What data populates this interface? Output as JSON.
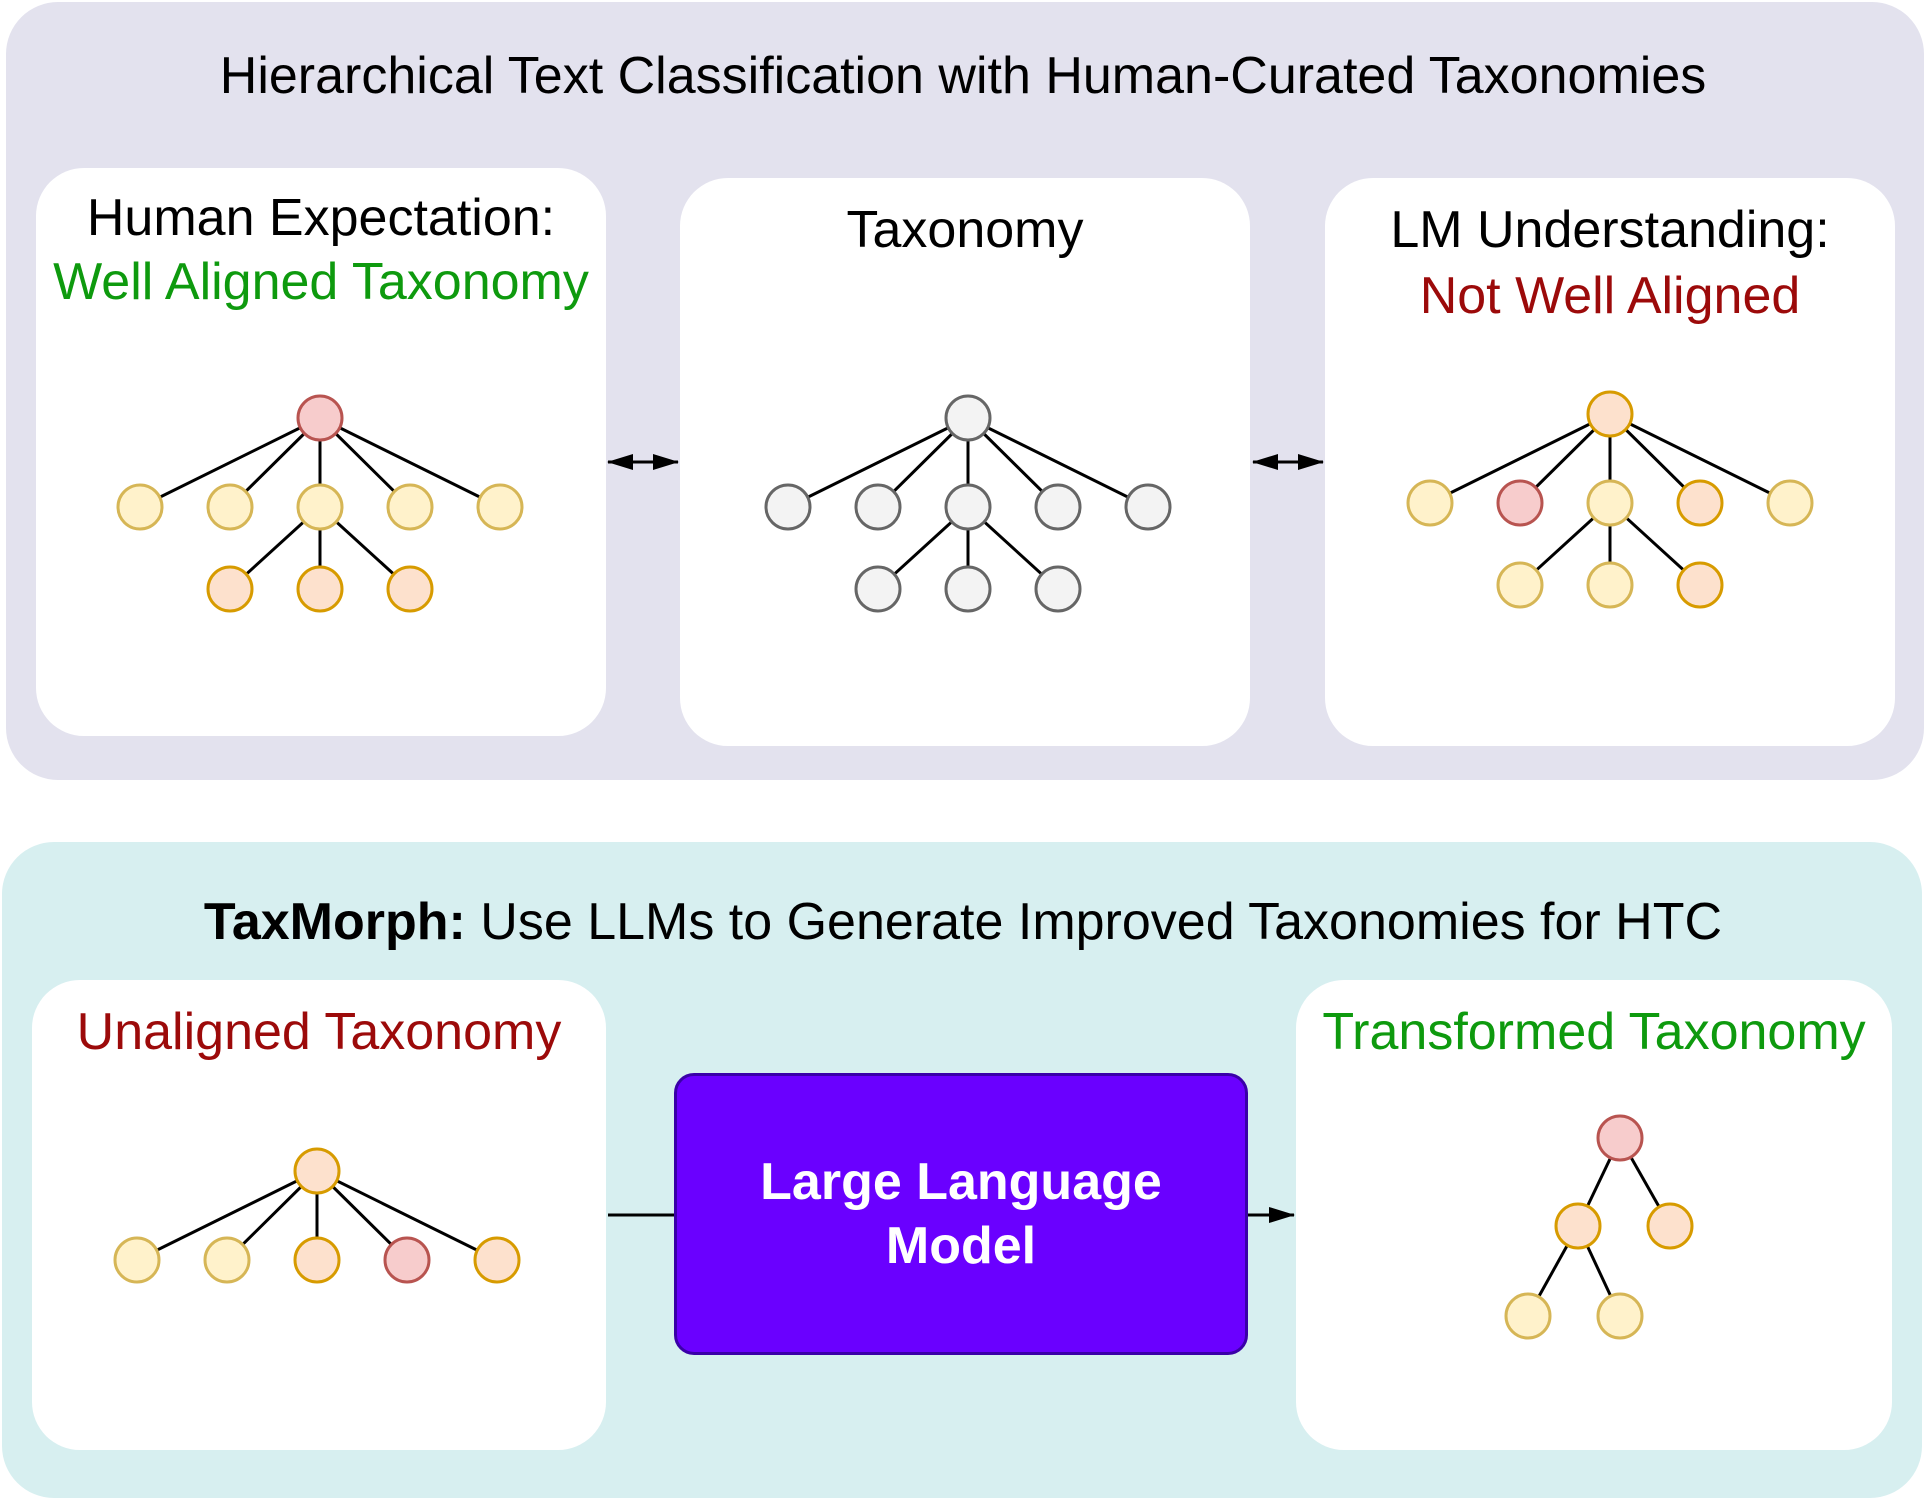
{
  "top": {
    "title": "Hierarchical Text Classification with Human-Curated Taxonomies",
    "panels": {
      "human": {
        "line1": "Human Expectation:",
        "line2": "Well Aligned Taxonomy"
      },
      "taxonomy": {
        "line1": "Taxonomy"
      },
      "lm": {
        "line1": "LM Understanding:",
        "line2": "Not Well Aligned"
      }
    }
  },
  "bottom": {
    "title_bold": "TaxMorph:",
    "title_rest": " Use LLMs to Generate Improved Taxonomies for HTC",
    "unaligned_title": "Unaligned Taxonomy",
    "llm_label": "Large Language Model",
    "transformed_title": "Transformed Taxonomy"
  },
  "colors": {
    "label_green": "#0e9a0e",
    "label_red": "#9c0a0a",
    "llm_purple": "#6a00ff",
    "node_red": "#f7cccc",
    "node_orange": "#fde1cd",
    "node_yellow": "#fff2cb",
    "node_gray": "#f3f3f3"
  }
}
